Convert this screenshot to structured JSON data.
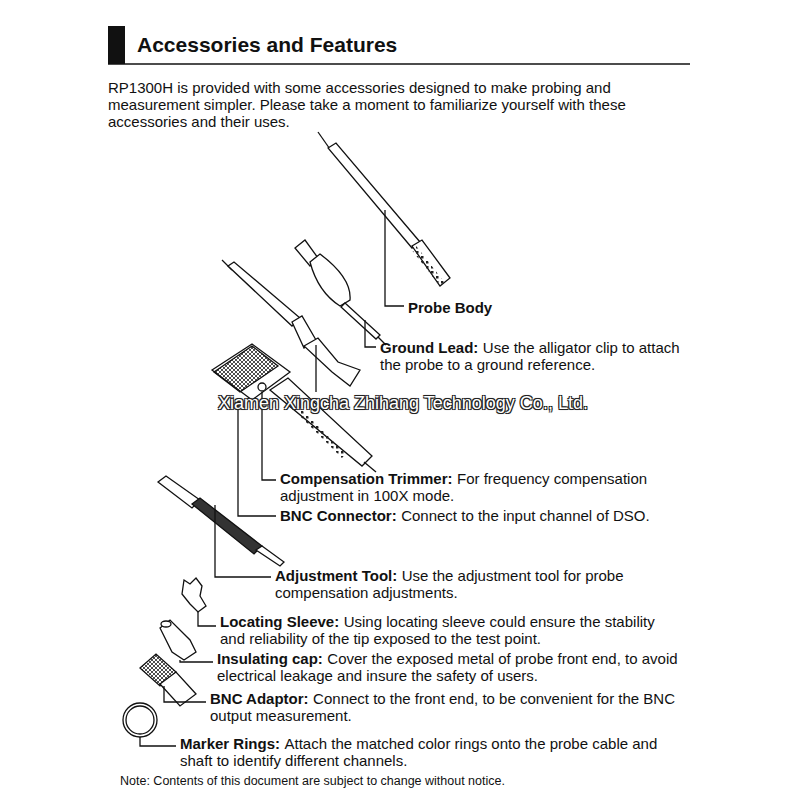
{
  "diagram": {
    "title": "Accessories and Features",
    "labels": [
      "RP1300H is provided with some accessories designed to make probing and measurement simpler. Please take a moment to familiarize yourself with these accessories and their uses.",
      "Probe Body",
      "Ground Lead:",
      "Use the alligator clip to attach the probe to a ground reference.",
      "Xiamen Xingcha Zhihang Technology Co., Ltd.",
      "Compensation Trimmer:",
      "For frequency compensation adjustment in 100X mode.",
      "BNC Connector:",
      "Connect to the input channel of DSO.",
      "Adjustment Tool:",
      "Use the adjustment tool for probe compensation adjustments.",
      "Locating Sleeve:",
      "Using locating sleeve could ensure the stability and reliability of the tip exposed to the test point.",
      "Insulating cap:",
      "Cover the exposed metal of probe front end, to avoid electrical leakage and insure the safety of users.",
      "BNC Adaptor:",
      "Connect to the front end, to be convenient for the BNC output measurement.",
      "Marker Rings:",
      "Attach the matched color rings onto the probe cable and shaft to identify different channels.",
      "Note: Contents of this document are subject to change without notice."
    ]
  }
}
